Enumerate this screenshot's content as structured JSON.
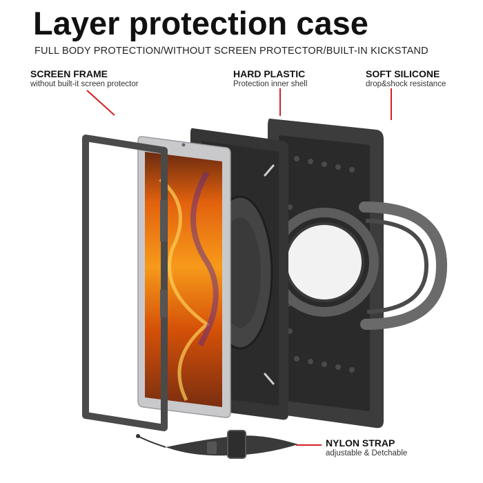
{
  "title": "Layer protection case",
  "subtitle": "FULL BODY PROTECTION/WITHOUT SCREEN PROTECTOR/BUILT-IN KICKSTAND",
  "labels": {
    "screen_frame": {
      "heading": "SCREEN FRAME",
      "description": "without built-it screen protector"
    },
    "hard_plastic": {
      "heading": "HARD PLASTIC",
      "description": "Protection inner shell"
    },
    "soft_silicone": {
      "heading": "SOFT SILICONE",
      "description": "drop&shock resistance"
    },
    "nylon_strap": {
      "heading": "NYLON STRAP",
      "description": "adjustable & Detchable"
    }
  },
  "colors": {
    "accent_line": "#d42020",
    "case_dark": "#3a3a3a",
    "tablet_frame": "#c9c9cc"
  }
}
